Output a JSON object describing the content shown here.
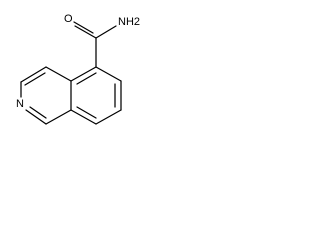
{
  "diagram": {
    "type": "chemical-structure",
    "atoms": {
      "amide_oxygen": "O",
      "amide_nitrogen": "NH2",
      "ring_nitrogen": "N"
    },
    "colors": {
      "bond": "#000000",
      "label": "#000000",
      "background": "#ffffff"
    }
  }
}
